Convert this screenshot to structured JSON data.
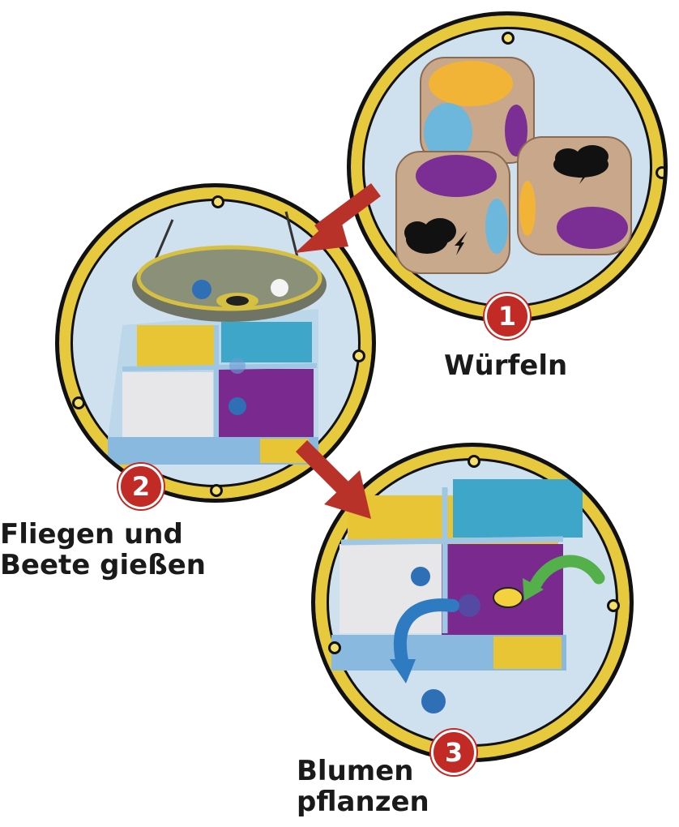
{
  "steps": [
    {
      "number": "1",
      "label_lines": [
        "Würfeln"
      ]
    },
    {
      "number": "2",
      "label_lines": [
        "Fliegen und",
        "Beete gießen"
      ]
    },
    {
      "number": "3",
      "label_lines": [
        "Blumen",
        "pflanzen"
      ]
    }
  ],
  "colors": {
    "ring_gold": "#e6c93c",
    "badge_red": "#c22a25",
    "arrow_red": "#b8322a",
    "arrow_blue": "#2f7bc1",
    "arrow_green": "#53b04a",
    "bed_yellow": "#e8c534",
    "bed_blue": "#3ea7c9",
    "bed_white": "#e7e7ea",
    "bed_purple": "#7a2a8f"
  },
  "dice_faces": [
    "yellow",
    "light-blue",
    "purple",
    "cloud-storm"
  ],
  "icons": [
    "dice-icon",
    "cloud-icon",
    "lightning-icon",
    "cloud-tray-icon",
    "water-drop-icon",
    "flower-token-icon"
  ]
}
